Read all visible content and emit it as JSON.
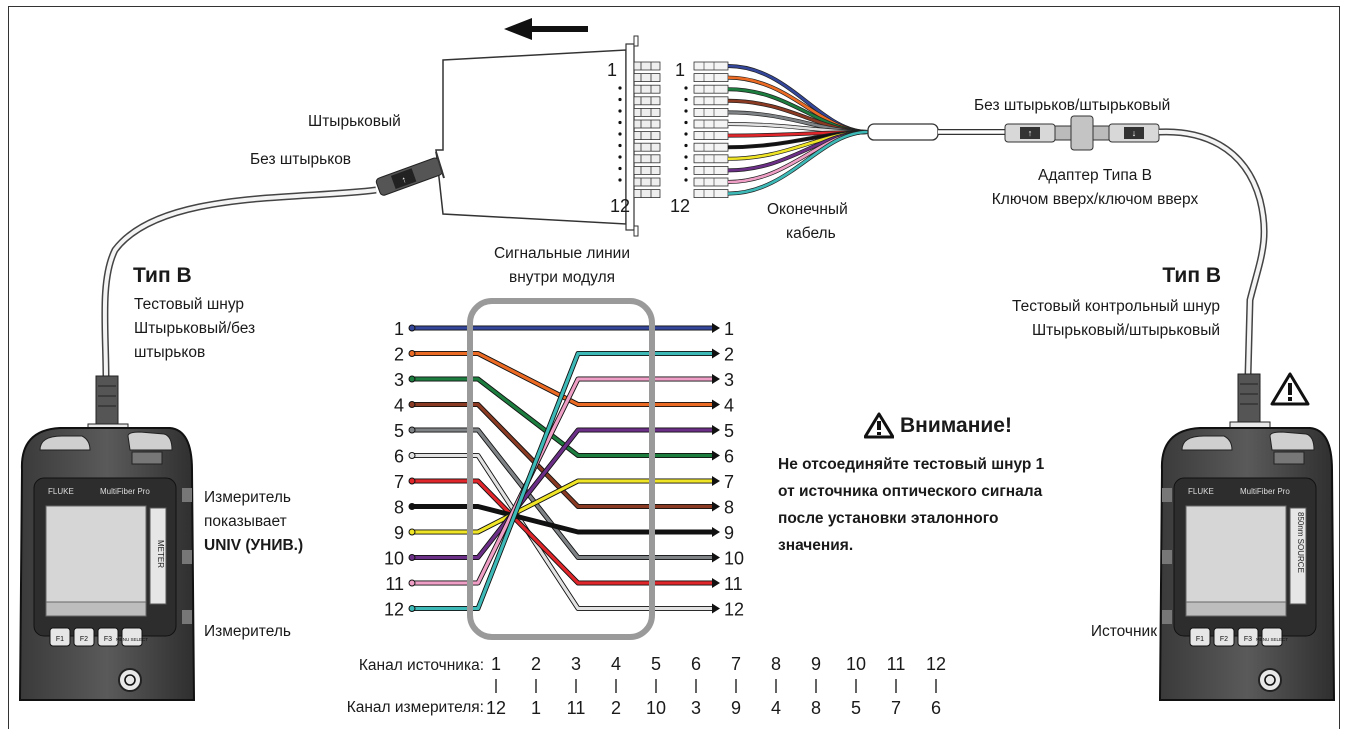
{
  "labels": {
    "pinned": "Штырьковый",
    "unpinned": "Без штырьков",
    "unpinned_pinned": "Без штырьков/штырьковый",
    "adapter_line1": "Адаптер Типа B",
    "adapter_line2": "Ключом вверх/ключом вверх",
    "trunk_line1": "Оконечный",
    "trunk_line2": "кабель",
    "signal_line1": "Сигнальные линии",
    "signal_line2": "внутри модуля",
    "type_left": "Тип B",
    "type_right": "Тип B",
    "test_cord_line1": "Тестовый шнур",
    "test_cord_line2": "Штырьковый/без",
    "test_cord_line3": "штырьков",
    "ref_cord_line1": "Тестовый контрольный шнур",
    "ref_cord_line2": "Штырьковый/штырьковый",
    "meter_shows_line1": "Измеритель",
    "meter_shows_line2": "показывает",
    "meter_shows_line3": "UNIV (УНИВ.)",
    "meter": "Измеритель",
    "source": "Источник",
    "source_channel": "Канал источника:",
    "meter_channel": "Канал измерителя:",
    "module_top_num": "1",
    "module_bottom_num": "12",
    "fan_top_num": "1",
    "fan_bottom_num": "12"
  },
  "warning": {
    "title": "Внимание!",
    "text_line1": "Не отсоединяйте тестовый шнур 1",
    "text_line2": "от источника оптического сигнала",
    "text_line3": "после установки эталонного",
    "text_line4": "значения."
  },
  "device_left": {
    "brand": "FLUKE",
    "model": "MultiFiber Pro",
    "side_label": "METER",
    "keys": [
      "F1",
      "F2",
      "F3",
      "MENU SELECT"
    ]
  },
  "device_right": {
    "brand": "FLUKE",
    "model": "MultiFiber Pro",
    "side_label": "850nm SOURCE",
    "keys": [
      "F1",
      "F2",
      "F3",
      "MENU SELECT"
    ]
  },
  "fiber_colors": [
    "#33469a",
    "#ec6b24",
    "#1d7d3f",
    "#8a3a22",
    "#7f8386",
    "#e2e2e2",
    "#e0262a",
    "#111111",
    "#efe526",
    "#6c2f87",
    "#ef9fc5",
    "#3db9b7"
  ],
  "crossover": {
    "left_numbers": [
      "1",
      "2",
      "3",
      "4",
      "5",
      "6",
      "7",
      "8",
      "9",
      "10",
      "11",
      "12"
    ],
    "right_numbers": [
      "1",
      "2",
      "3",
      "4",
      "5",
      "6",
      "7",
      "8",
      "9",
      "10",
      "11",
      "12"
    ],
    "mapping": [
      1,
      4,
      6,
      8,
      10,
      12,
      11,
      9,
      7,
      5,
      3,
      2
    ]
  },
  "channels": {
    "source": [
      "1",
      "2",
      "3",
      "4",
      "5",
      "6",
      "7",
      "8",
      "9",
      "10",
      "11",
      "12"
    ],
    "meter": [
      "12",
      "1",
      "11",
      "2",
      "10",
      "3",
      "9",
      "4",
      "8",
      "5",
      "7",
      "6"
    ]
  }
}
